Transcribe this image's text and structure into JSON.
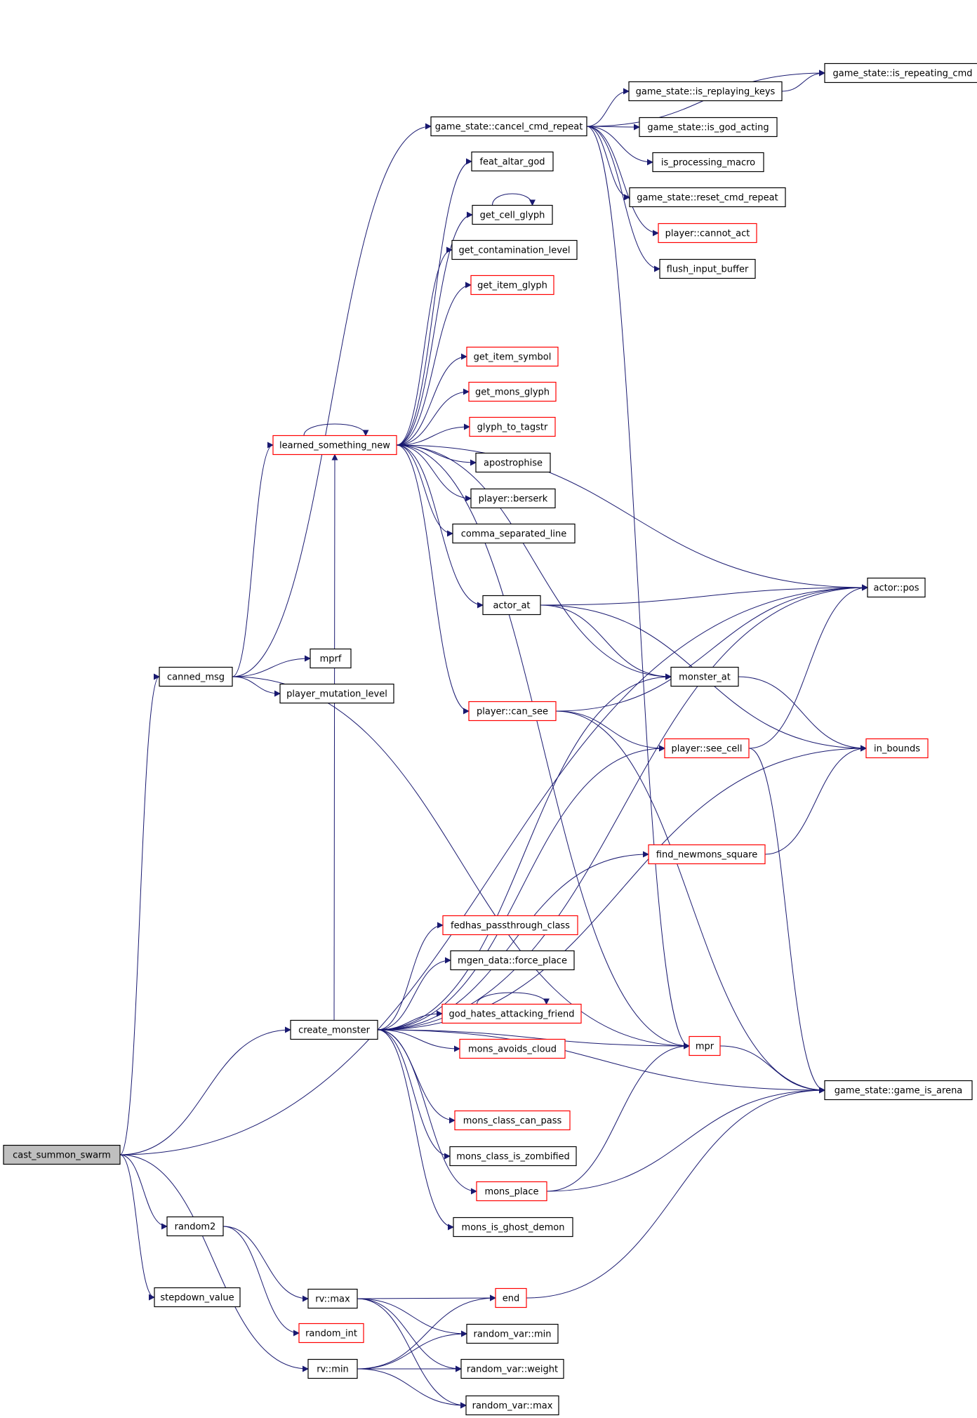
{
  "diagram": {
    "type": "call-graph",
    "root": "cast_summon_swarm",
    "colors": {
      "edge": "#191970",
      "node_border": "#000000",
      "partial_node_border": "#ff0000",
      "root_fill": "#bfbfbf",
      "node_fill": "#ffffff"
    },
    "nodes": [
      {
        "id": "cast_summon_swarm",
        "label": "cast_summon_swarm",
        "style": "root"
      },
      {
        "id": "canned_msg",
        "label": "canned_msg",
        "style": "normal"
      },
      {
        "id": "create_monster",
        "label": "create_monster",
        "style": "normal"
      },
      {
        "id": "random2",
        "label": "random2",
        "style": "normal"
      },
      {
        "id": "stepdown_value",
        "label": "stepdown_value",
        "style": "normal"
      },
      {
        "id": "game_state_cancel_cmd_repeat",
        "label": "game_state::cancel_cmd_repeat",
        "style": "normal"
      },
      {
        "id": "learned_something_new",
        "label": "learned_something_new",
        "style": "partial"
      },
      {
        "id": "mprf",
        "label": "mprf",
        "style": "normal"
      },
      {
        "id": "player_mutation_level",
        "label": "player_mutation_level",
        "style": "normal"
      },
      {
        "id": "feat_altar_god",
        "label": "feat_altar_god",
        "style": "normal"
      },
      {
        "id": "get_cell_glyph",
        "label": "get_cell_glyph",
        "style": "normal"
      },
      {
        "id": "get_contamination_level",
        "label": "get_contamination_level",
        "style": "normal"
      },
      {
        "id": "get_item_glyph",
        "label": "get_item_glyph",
        "style": "partial"
      },
      {
        "id": "get_item_symbol",
        "label": "get_item_symbol",
        "style": "partial"
      },
      {
        "id": "get_mons_glyph",
        "label": "get_mons_glyph",
        "style": "partial"
      },
      {
        "id": "glyph_to_tagstr",
        "label": "glyph_to_tagstr",
        "style": "partial"
      },
      {
        "id": "apostrophise",
        "label": "apostrophise",
        "style": "normal"
      },
      {
        "id": "player_berserk",
        "label": "player::berserk",
        "style": "normal"
      },
      {
        "id": "comma_separated_line",
        "label": "comma_separated_line",
        "style": "normal"
      },
      {
        "id": "actor_at",
        "label": "actor_at",
        "style": "normal"
      },
      {
        "id": "player_can_see",
        "label": "player::can_see",
        "style": "partial"
      },
      {
        "id": "fedhas_passthrough_class",
        "label": "fedhas_passthrough_class",
        "style": "partial"
      },
      {
        "id": "mgen_data_force_place",
        "label": "mgen_data::force_place",
        "style": "normal"
      },
      {
        "id": "god_hates_attacking_friend",
        "label": "god_hates_attacking_friend",
        "style": "partial"
      },
      {
        "id": "mons_avoids_cloud",
        "label": "mons_avoids_cloud",
        "style": "partial"
      },
      {
        "id": "mons_class_can_pass",
        "label": "mons_class_can_pass",
        "style": "partial"
      },
      {
        "id": "mons_class_is_zombified",
        "label": "mons_class_is_zombified",
        "style": "normal"
      },
      {
        "id": "mons_place",
        "label": "mons_place",
        "style": "partial"
      },
      {
        "id": "mons_is_ghost_demon",
        "label": "mons_is_ghost_demon",
        "style": "normal"
      },
      {
        "id": "rv_max",
        "label": "rv::max",
        "style": "normal"
      },
      {
        "id": "rv_min",
        "label": "rv::min",
        "style": "normal"
      },
      {
        "id": "random_int",
        "label": "random_int",
        "style": "partial"
      },
      {
        "id": "end",
        "label": "end",
        "style": "partial"
      },
      {
        "id": "random_var_min",
        "label": "random_var::min",
        "style": "normal"
      },
      {
        "id": "random_var_weight",
        "label": "random_var::weight",
        "style": "normal"
      },
      {
        "id": "random_var_max",
        "label": "random_var::max",
        "style": "normal"
      },
      {
        "id": "game_state_is_replaying_keys",
        "label": "game_state::is_replaying_keys",
        "style": "normal"
      },
      {
        "id": "game_state_is_god_acting",
        "label": "game_state::is_god_acting",
        "style": "normal"
      },
      {
        "id": "is_processing_macro",
        "label": "is_processing_macro",
        "style": "normal"
      },
      {
        "id": "game_state_reset_cmd_repeat",
        "label": "game_state::reset_cmd_repeat",
        "style": "normal"
      },
      {
        "id": "player_cannot_act",
        "label": "player::cannot_act",
        "style": "partial"
      },
      {
        "id": "flush_input_buffer",
        "label": "flush_input_buffer",
        "style": "normal"
      },
      {
        "id": "monster_at",
        "label": "monster_at",
        "style": "normal"
      },
      {
        "id": "player_see_cell",
        "label": "player::see_cell",
        "style": "partial"
      },
      {
        "id": "find_newmons_square",
        "label": "find_newmons_square",
        "style": "partial"
      },
      {
        "id": "mpr",
        "label": "mpr",
        "style": "partial"
      },
      {
        "id": "game_state_is_repeating_cmd",
        "label": "game_state::is_repeating_cmd",
        "style": "normal"
      },
      {
        "id": "actor_pos",
        "label": "actor::pos",
        "style": "normal"
      },
      {
        "id": "in_bounds",
        "label": "in_bounds",
        "style": "partial"
      },
      {
        "id": "game_state_game_is_arena",
        "label": "game_state::game_is_arena",
        "style": "normal"
      }
    ],
    "edges": [
      {
        "from": "cast_summon_swarm",
        "to": "actor_pos"
      },
      {
        "from": "cast_summon_swarm",
        "to": "canned_msg"
      },
      {
        "from": "cast_summon_swarm",
        "to": "create_monster"
      },
      {
        "from": "cast_summon_swarm",
        "to": "random2"
      },
      {
        "from": "cast_summon_swarm",
        "to": "stepdown_value"
      },
      {
        "from": "cast_summon_swarm",
        "to": "rv_min"
      },
      {
        "from": "canned_msg",
        "to": "game_state_cancel_cmd_repeat"
      },
      {
        "from": "canned_msg",
        "to": "learned_something_new"
      },
      {
        "from": "canned_msg",
        "to": "mprf"
      },
      {
        "from": "canned_msg",
        "to": "player_mutation_level"
      },
      {
        "from": "canned_msg",
        "to": "mpr"
      },
      {
        "from": "game_state_cancel_cmd_repeat",
        "to": "game_state_is_repeating_cmd"
      },
      {
        "from": "game_state_cancel_cmd_repeat",
        "to": "game_state_is_replaying_keys"
      },
      {
        "from": "game_state_cancel_cmd_repeat",
        "to": "game_state_is_god_acting"
      },
      {
        "from": "game_state_cancel_cmd_repeat",
        "to": "is_processing_macro"
      },
      {
        "from": "game_state_cancel_cmd_repeat",
        "to": "game_state_reset_cmd_repeat"
      },
      {
        "from": "game_state_cancel_cmd_repeat",
        "to": "player_cannot_act"
      },
      {
        "from": "game_state_cancel_cmd_repeat",
        "to": "flush_input_buffer"
      },
      {
        "from": "game_state_cancel_cmd_repeat",
        "to": "mpr"
      },
      {
        "from": "game_state_is_replaying_keys",
        "to": "game_state_is_repeating_cmd"
      },
      {
        "from": "get_cell_glyph",
        "to": "get_cell_glyph"
      },
      {
        "from": "learned_something_new",
        "to": "feat_altar_god"
      },
      {
        "from": "learned_something_new",
        "to": "get_cell_glyph"
      },
      {
        "from": "learned_something_new",
        "to": "get_contamination_level"
      },
      {
        "from": "learned_something_new",
        "to": "get_item_glyph"
      },
      {
        "from": "learned_something_new",
        "to": "get_item_symbol"
      },
      {
        "from": "learned_something_new",
        "to": "get_mons_glyph"
      },
      {
        "from": "learned_something_new",
        "to": "glyph_to_tagstr"
      },
      {
        "from": "learned_something_new",
        "to": "apostrophise"
      },
      {
        "from": "learned_something_new",
        "to": "player_berserk"
      },
      {
        "from": "learned_something_new",
        "to": "comma_separated_line"
      },
      {
        "from": "learned_something_new",
        "to": "actor_at"
      },
      {
        "from": "learned_something_new",
        "to": "monster_at"
      },
      {
        "from": "learned_something_new",
        "to": "player_can_see"
      },
      {
        "from": "learned_something_new",
        "to": "mpr"
      },
      {
        "from": "learned_something_new",
        "to": "learned_something_new"
      },
      {
        "from": "learned_something_new",
        "to": "actor_pos"
      },
      {
        "from": "actor_at",
        "to": "actor_pos"
      },
      {
        "from": "actor_at",
        "to": "monster_at"
      },
      {
        "from": "actor_at",
        "to": "in_bounds"
      },
      {
        "from": "monster_at",
        "to": "in_bounds"
      },
      {
        "from": "player_can_see",
        "to": "actor_pos"
      },
      {
        "from": "player_can_see",
        "to": "player_see_cell"
      },
      {
        "from": "player_can_see",
        "to": "game_state_game_is_arena"
      },
      {
        "from": "player_see_cell",
        "to": "actor_pos"
      },
      {
        "from": "player_see_cell",
        "to": "game_state_game_is_arena"
      },
      {
        "from": "find_newmons_square",
        "to": "in_bounds"
      },
      {
        "from": "create_monster",
        "to": "learned_something_new"
      },
      {
        "from": "create_monster",
        "to": "actor_pos"
      },
      {
        "from": "create_monster",
        "to": "monster_at"
      },
      {
        "from": "create_monster",
        "to": "player_see_cell"
      },
      {
        "from": "create_monster",
        "to": "in_bounds"
      },
      {
        "from": "create_monster",
        "to": "find_newmons_square"
      },
      {
        "from": "create_monster",
        "to": "fedhas_passthrough_class"
      },
      {
        "from": "create_monster",
        "to": "mgen_data_force_place"
      },
      {
        "from": "create_monster",
        "to": "god_hates_attacking_friend"
      },
      {
        "from": "create_monster",
        "to": "mons_avoids_cloud"
      },
      {
        "from": "create_monster",
        "to": "mpr"
      },
      {
        "from": "create_monster",
        "to": "mons_class_can_pass"
      },
      {
        "from": "create_monster",
        "to": "mons_class_is_zombified"
      },
      {
        "from": "create_monster",
        "to": "mons_place"
      },
      {
        "from": "create_monster",
        "to": "mons_is_ghost_demon"
      },
      {
        "from": "create_monster",
        "to": "game_state_game_is_arena"
      },
      {
        "from": "god_hates_attacking_friend",
        "to": "god_hates_attacking_friend"
      },
      {
        "from": "mons_place",
        "to": "mpr"
      },
      {
        "from": "mons_place",
        "to": "game_state_game_is_arena"
      },
      {
        "from": "mpr",
        "to": "game_state_game_is_arena"
      },
      {
        "from": "random2",
        "to": "rv_max"
      },
      {
        "from": "random2",
        "to": "random_int"
      },
      {
        "from": "rv_max",
        "to": "end"
      },
      {
        "from": "rv_max",
        "to": "random_var_min"
      },
      {
        "from": "rv_max",
        "to": "random_var_weight"
      },
      {
        "from": "rv_max",
        "to": "random_var_max"
      },
      {
        "from": "rv_min",
        "to": "end"
      },
      {
        "from": "rv_min",
        "to": "random_var_min"
      },
      {
        "from": "rv_min",
        "to": "random_var_weight"
      },
      {
        "from": "rv_min",
        "to": "random_var_max"
      },
      {
        "from": "end",
        "to": "game_state_game_is_arena"
      }
    ]
  }
}
